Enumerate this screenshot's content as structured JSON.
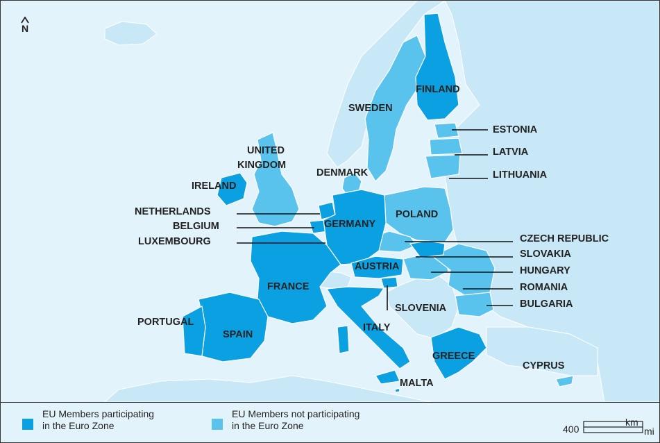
{
  "colors": {
    "sea": "#e3f3fb",
    "non_eu": "#c9e8f7",
    "euro": "#0aa0e2",
    "non_euro": "#59c3ee",
    "border": "#ffffff",
    "text": "#222222"
  },
  "north_label": "N",
  "north_icon": "north-arrow-icon",
  "labels": {
    "finland": "FINLAND",
    "sweden": "SWEDEN",
    "estonia": "ESTONIA",
    "latvia": "LATVIA",
    "lithuania": "LITHUANIA",
    "united_kingdom_1": "UNITED",
    "united_kingdom_2": "KINGDOM",
    "ireland": "IRELAND",
    "denmark": "DENMARK",
    "netherlands": "NETHERLANDS",
    "belgium": "BELGIUM",
    "luxembourg": "LUXEMBOURG",
    "germany": "GERMANY",
    "poland": "POLAND",
    "czech_republic": "CZECH REPUBLIC",
    "slovakia": "SLOVAKIA",
    "austria": "AUSTRIA",
    "hungary": "HUNGARY",
    "romania": "ROMANIA",
    "france": "FRANCE",
    "slovenia": "SLOVENIA",
    "bulgaria": "BULGARIA",
    "portugal": "PORTUGAL",
    "spain": "SPAIN",
    "italy": "ITALY",
    "greece": "GREECE",
    "cyprus": "CYPRUS",
    "malta": "MALTA"
  },
  "legend": {
    "euro_line1": "EU Members participating",
    "euro_line2": "in the Euro Zone",
    "non_euro_line1": "EU Members not participating",
    "non_euro_line2": "in the Euro Zone"
  },
  "scale": {
    "value": "400",
    "unit_top": "km",
    "unit_bottom": "mi"
  }
}
